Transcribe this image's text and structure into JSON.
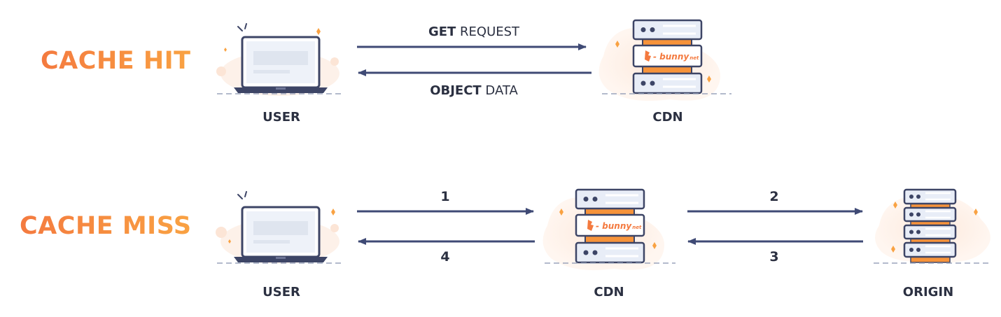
{
  "cache_hit": {
    "title": "CACHE HIT",
    "user_label": "USER",
    "cdn_label": "CDN",
    "request_bold": "GET",
    "request_rest": " REQUEST",
    "response_bold": "OBJECT",
    "response_rest": " DATA"
  },
  "cache_miss": {
    "title": "CACHE MISS",
    "user_label": "USER",
    "cdn_label": "CDN",
    "origin_label": "ORIGIN",
    "steps": [
      "1",
      "2",
      "3",
      "4"
    ]
  },
  "brand": {
    "logo_text": "bunny",
    "logo_suffix": "net"
  },
  "colors": {
    "title_start": "#f47a3f",
    "title_end": "#f9a242",
    "arrow": "#3f4a75",
    "outline": "#3d4566",
    "panel": "#e8edf7",
    "accent": "#f7933a"
  }
}
